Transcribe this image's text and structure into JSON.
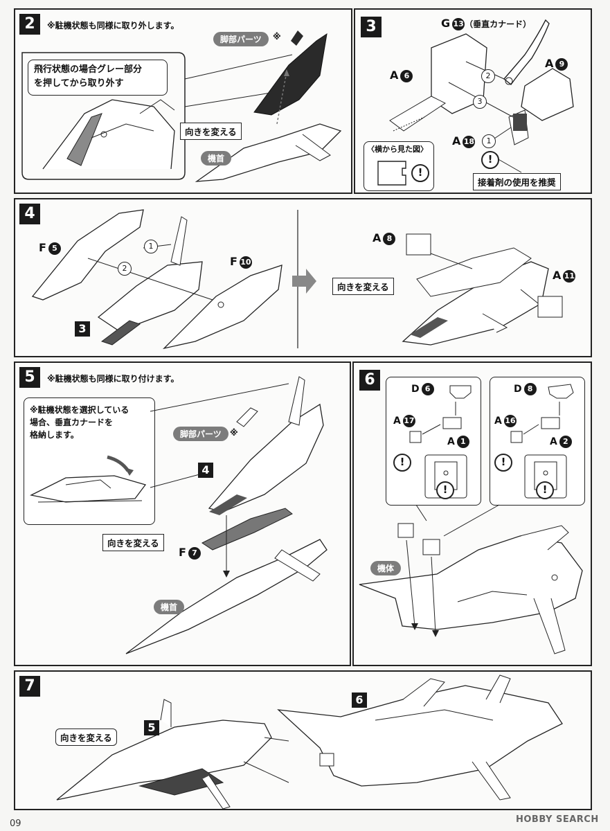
{
  "steps": {
    "s2": {
      "number": "2",
      "note": "※駐機状態も同様に取り外します。",
      "callout": "飛行状態の場合グレー部分\nを押してから取り外す",
      "leg_label": "脚部パーツ",
      "leg_mark": "※",
      "rotate_label": "向きを変える",
      "nose_label": "機首"
    },
    "s3": {
      "number": "3",
      "title_ref": "G",
      "title_num": "13",
      "title_text": "（垂直カナード）",
      "parts": [
        {
          "letter": "A",
          "num": "6"
        },
        {
          "letter": "A",
          "num": "9"
        },
        {
          "letter": "A",
          "num": "18"
        }
      ],
      "circled": [
        "2",
        "3",
        "1"
      ],
      "side_view": "〈横から見た図〉",
      "glue_note": "接着剤の使用を推奨",
      "warn": "!"
    },
    "s4": {
      "number": "4",
      "parts": [
        {
          "letter": "F",
          "num": "5"
        },
        {
          "letter": "F",
          "num": "10"
        },
        {
          "letter": "A",
          "num": "8"
        },
        {
          "letter": "A",
          "num": "11"
        }
      ],
      "circled": [
        "1",
        "2"
      ],
      "ref_step": "3",
      "rotate_label": "向きを変える"
    },
    "s5": {
      "number": "5",
      "note": "※駐機状態も同様に取り付けます。",
      "callout": "※駐機状態を選択している\n場合、垂直カナードを\n格納します。",
      "leg_label": "脚部パーツ",
      "leg_mark": "※",
      "ref_step": "4",
      "rotate_label": "向きを変える",
      "part": {
        "letter": "F",
        "num": "7"
      },
      "nose_label": "機首"
    },
    "s6": {
      "number": "6",
      "parts": [
        {
          "letter": "D",
          "num": "6"
        },
        {
          "letter": "A",
          "num": "17"
        },
        {
          "letter": "A",
          "num": "1"
        },
        {
          "letter": "D",
          "num": "8"
        },
        {
          "letter": "A",
          "num": "16"
        },
        {
          "letter": "A",
          "num": "2"
        }
      ],
      "body_label": "機体",
      "warn": "!"
    },
    "s7": {
      "number": "7",
      "rotate_label": "向きを変える",
      "ref_a": "5",
      "ref_b": "6"
    }
  },
  "page_number": "09",
  "watermark": "HOBBY SEARCH",
  "colors": {
    "ink": "#1a1a1a",
    "gray_part": "#7c7c7c",
    "paper": "#f6f6f4"
  }
}
